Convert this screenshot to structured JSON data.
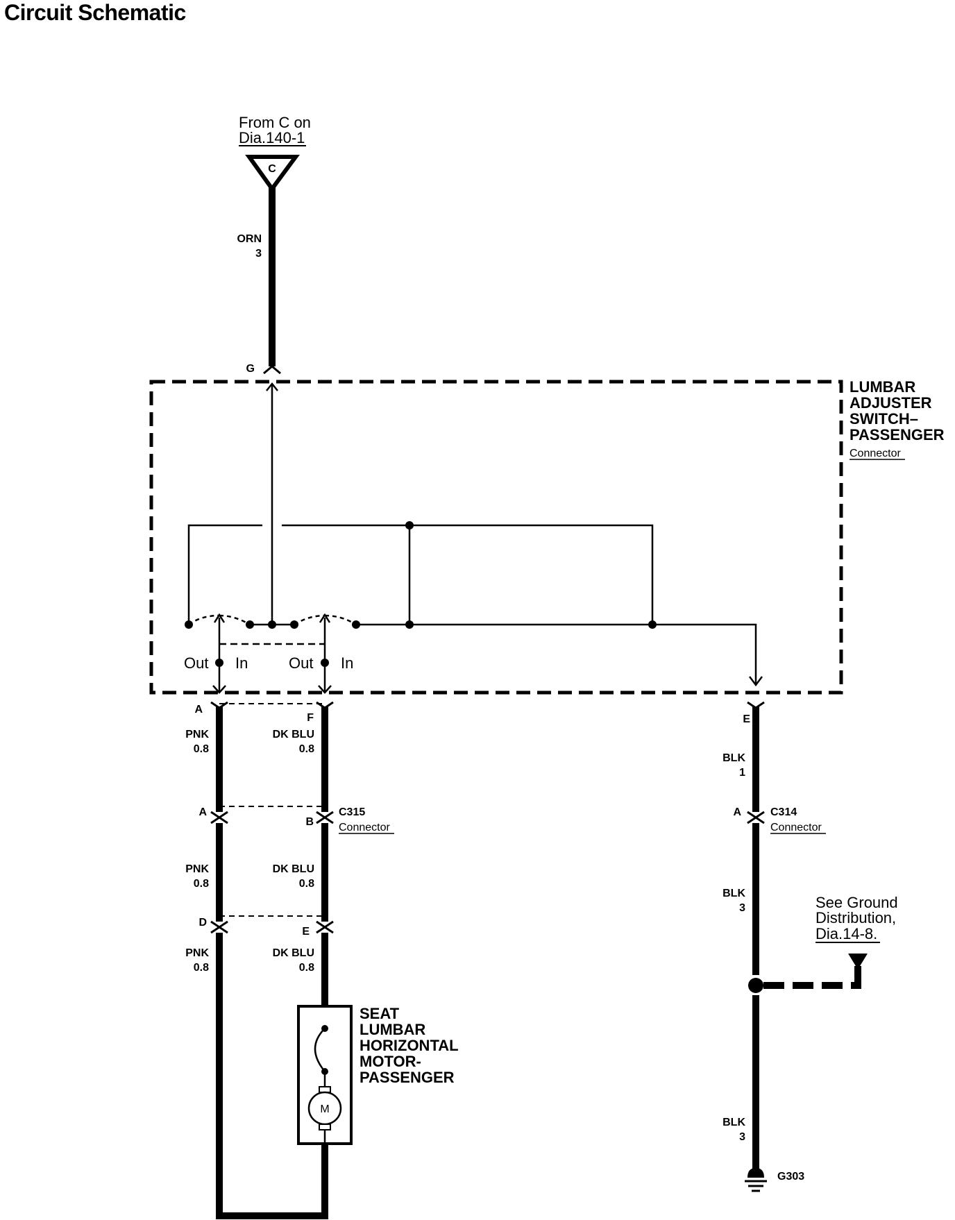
{
  "title": "Circuit Schematic",
  "colors": {
    "ink": "#000000",
    "paper": "#ffffff"
  },
  "source_ref": {
    "line1": "From C on",
    "line2": "Dia.140-1",
    "terminal": "C"
  },
  "wires": {
    "orn": {
      "color": "ORN",
      "size": "3"
    },
    "pnk_1": {
      "color": "PNK",
      "size": "0.8"
    },
    "dkblu_1": {
      "color": "DK BLU",
      "size": "0.8"
    },
    "pnk_2": {
      "color": "PNK",
      "size": "0.8"
    },
    "dkblu_2": {
      "color": "DK BLU",
      "size": "0.8"
    },
    "pnk_3": {
      "color": "PNK",
      "size": "0.8"
    },
    "dkblu_3": {
      "color": "DK BLU",
      "size": "0.8"
    },
    "blk_1": {
      "color": "BLK",
      "size": "1"
    },
    "blk_2": {
      "color": "BLK",
      "size": "3"
    },
    "blk_3": {
      "color": "BLK",
      "size": "3"
    }
  },
  "switch": {
    "name_lines": [
      "LUMBAR",
      "ADJUSTER",
      "SWITCH–",
      "PASSENGER"
    ],
    "connector_label": "Connector",
    "pins": {
      "g": "G",
      "a": "A",
      "f": "F",
      "e": "E"
    },
    "positions": {
      "out1": "Out",
      "in1": "In",
      "out2": "Out",
      "in2": "In"
    }
  },
  "c315": {
    "name": "C315",
    "connector_label": "Connector",
    "pin_a": "A",
    "pin_b": "B",
    "pin_d": "D",
    "pin_e": "E"
  },
  "c314": {
    "name": "C314",
    "connector_label": "Connector",
    "pin_a": "A"
  },
  "ground_ref": {
    "line1": "See Ground",
    "line2": "Distribution,",
    "line3": "Dia.14-8."
  },
  "ground": {
    "name": "G303"
  },
  "motor": {
    "name_lines": [
      "SEAT",
      "LUMBAR",
      "HORIZONTAL",
      "MOTOR-",
      "PASSENGER"
    ],
    "symbol": "M"
  }
}
